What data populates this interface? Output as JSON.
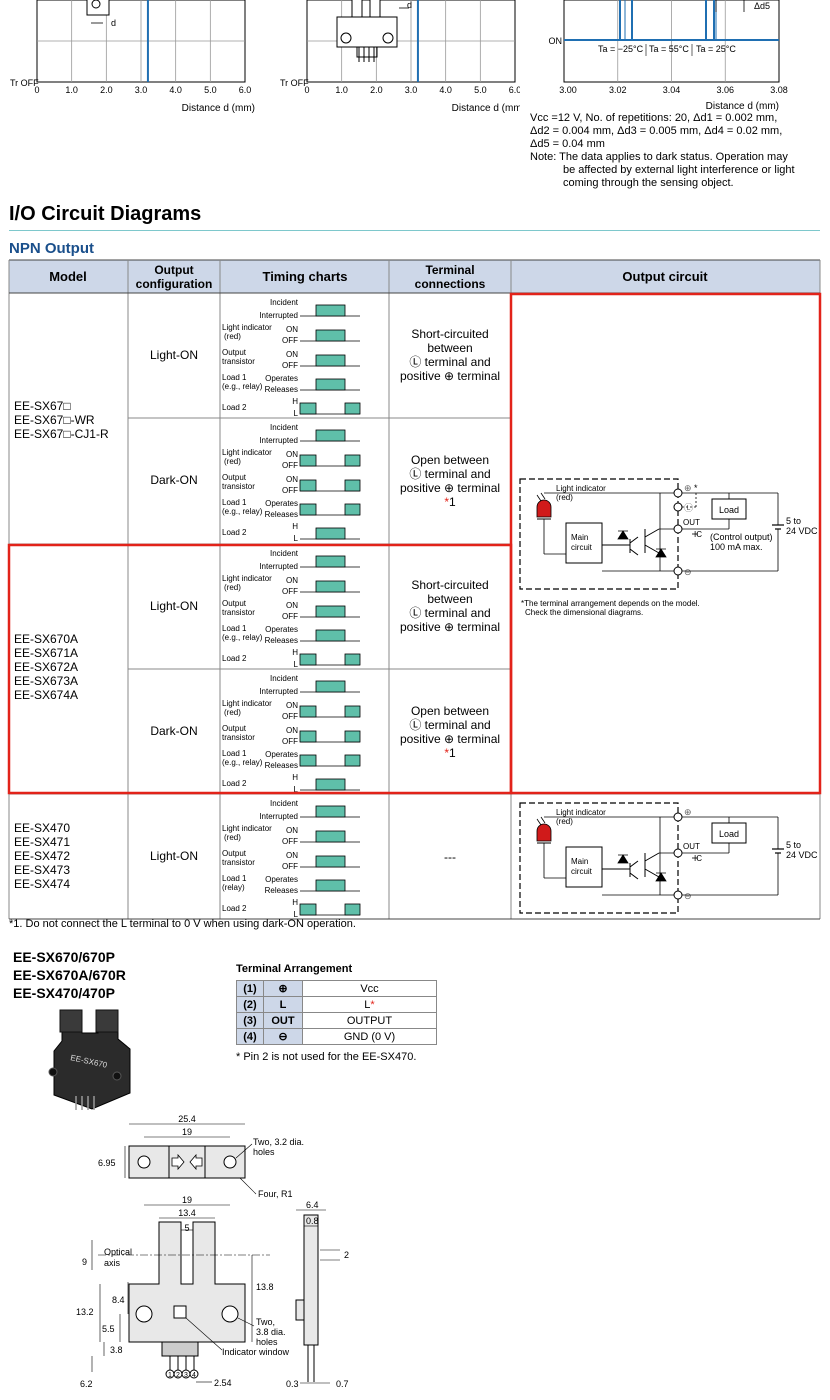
{
  "top_charts": {
    "chart1": {
      "y_label": "Tr OFF",
      "x_ticks": [
        "0",
        "1.0",
        "2.0",
        "3.0",
        "4.0",
        "5.0",
        "6.0"
      ],
      "x_label": "Distance d (mm)",
      "dim_label": "d"
    },
    "chart2": {
      "y_label": "Tr OFF",
      "x_ticks": [
        "0",
        "1.0",
        "2.0",
        "3.0",
        "4.0",
        "5.0",
        "6.0"
      ],
      "x_label": "Distance d (mm)",
      "dim_label": "d"
    },
    "chart3": {
      "y_label": "ON",
      "x_ticks": [
        "3.00",
        "3.02",
        "3.04",
        "3.06",
        "3.08"
      ],
      "x_label": "Distance d (mm)",
      "delta_label": "Δd5",
      "temps": [
        "Ta = −25°C",
        "Ta = 55°C",
        "Ta = 25°C"
      ]
    }
  },
  "notes": [
    "Vcc =12 V, No. of repetitions: 20, Δd1 = 0.002 mm,",
    "Δd2 = 0.004 mm, Δd3 = 0.005 mm, Δd4 = 0.02 mm,",
    "Δd5 = 0.04 mm",
    "Note:  The data applies to dark status. Operation may",
    "           be affected by external light interference or light",
    "           coming through the sensing object."
  ],
  "section_title": "I/O Circuit Diagrams",
  "subsection_title": "NPN Output",
  "table": {
    "headers": [
      "Model",
      "Output configuration",
      "Timing charts",
      "Terminal connections",
      "Output circuit"
    ],
    "groups": [
      {
        "models": [
          "EE-SX67□",
          "EE-SX67□-WR",
          "EE-SX67□-CJ1-R"
        ]
      },
      {
        "models": [
          "EE-SX670A",
          "EE-SX671A",
          "EE-SX672A",
          "EE-SX673A",
          "EE-SX674A"
        ]
      },
      {
        "models": [
          "EE-SX470",
          "EE-SX471",
          "EE-SX472",
          "EE-SX473",
          "EE-SX474"
        ]
      }
    ],
    "configs": [
      "Light-ON",
      "Dark-ON",
      "Light-ON",
      "Dark-ON",
      "Light-ON"
    ],
    "terminal_texts": {
      "short": [
        "Short-circuited",
        "between",
        "Ⓛ terminal and",
        "positive ⊕ terminal"
      ],
      "open": [
        "Open between",
        "Ⓛ terminal and",
        "positive ⊕ terminal"
      ],
      "open_note": "*1",
      "none": "---"
    },
    "timing_labels": {
      "incident": "Incident",
      "interrupted": "Interrupted",
      "light_indicator": "Light indicator",
      "red": "(red)",
      "on": "ON",
      "off": "OFF",
      "output": "Output",
      "transistor": "transistor",
      "load1": "Load 1",
      "relay_eg": "(e.g., relay)",
      "relay": "(relay)",
      "operates": "Operates",
      "releases": "Releases",
      "load2": "Load 2",
      "h": "H",
      "l": "L"
    },
    "circuit_labels": {
      "light_indicator": "Light indicator",
      "red": "(red)",
      "main": "Main",
      "circuit": "circuit",
      "load": "Load",
      "out": "OUT",
      "ic": "IC",
      "control_output": "(Control output)",
      "ma": "100 mA max.",
      "vdc1": "5 to",
      "vdc2": "24 VDC",
      "plus": "⊕",
      "minus": "⊖",
      "l": "Ⓛ",
      "star": "*",
      "note1": "*The terminal arrangement depends on the model.",
      "note2": "Check the dimensional diagrams."
    }
  },
  "footnote": "*1. Do not connect the L terminal to 0 V when using dark-ON operation.",
  "product_models": [
    "EE-SX670/670P",
    "EE-SX670A/670R",
    "EE-SX470/470P"
  ],
  "product_body_text": "EE-SX670",
  "terminal_arrangement": {
    "title": "Terminal Arrangement",
    "rows": [
      {
        "num": "(1)",
        "term": "⊕",
        "name": "Vcc"
      },
      {
        "num": "(2)",
        "term": "L",
        "name": "L"
      },
      {
        "num": "(3)",
        "term": "OUT",
        "name": "OUTPUT"
      },
      {
        "num": "(4)",
        "term": "⊖",
        "name": "GND (0 V)"
      }
    ],
    "star": "*",
    "note": "* Pin 2 is not used for the EE-SX470."
  },
  "dimensions": {
    "top": [
      "25.4",
      "19",
      "6.95"
    ],
    "two_hole_a": [
      "Two, 3.2 dia.",
      "holes"
    ],
    "four_r1": "Four, R1",
    "front": [
      "19",
      "13.4",
      "5",
      "9",
      "13.8",
      "8.4",
      "13.2",
      "5.5",
      "3.8",
      "6.2",
      "2.54"
    ],
    "optical": [
      "Optical",
      "axis"
    ],
    "two_hole_b": [
      "Two,",
      "3.8 dia.",
      "holes"
    ],
    "indicator": "Indicator window",
    "pins": [
      "1",
      "2",
      "3",
      "4"
    ],
    "side": [
      "6.4",
      "0.8",
      "2",
      "0.3",
      "0.7"
    ]
  },
  "colors": {
    "teal": "#5fbfa9",
    "header": "#cdd7e8",
    "highlight": "#e2231a",
    "plot_line": "#1f6fb2",
    "heading_blue": "#1a4f8b"
  }
}
